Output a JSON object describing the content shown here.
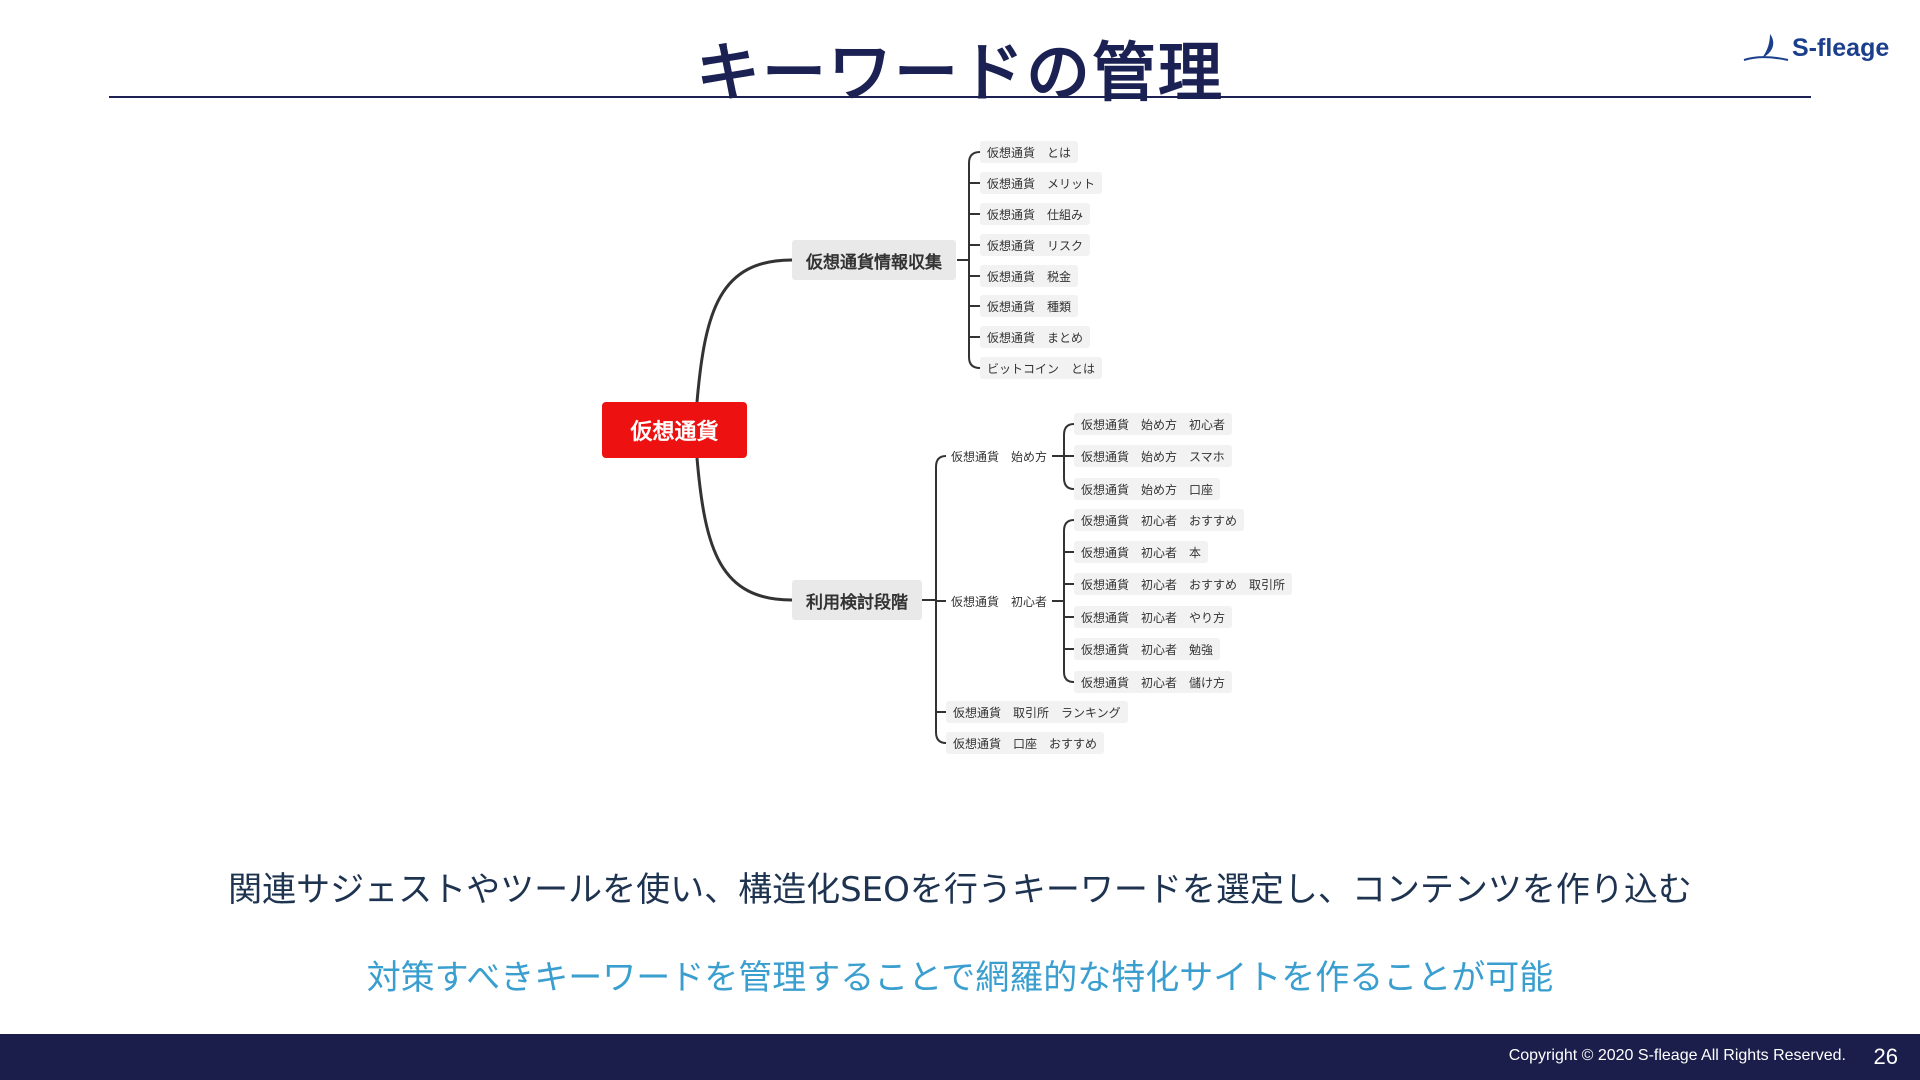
{
  "slide": {
    "title": "キーワードの管理",
    "logo_text": "S-fleage",
    "caption": "関連サジェストやツールを使い、構造化SEOを行うキーワードを選定し、コンテンツを作り込む",
    "highlight": "対策すべきキーワードを管理することで網羅的な特化サイトを作ることが可能",
    "copyright": "Copyright © 2020 S-fleage All Rights Reserved.",
    "page_number": "26"
  },
  "colors": {
    "title": "#1b2152",
    "root_node": "#ee1111",
    "highlight_text": "#3a9fcf",
    "footer": "#1b1d4b",
    "logo": "#1c3f8c"
  },
  "mindmap": {
    "root": "仮想通貨",
    "branch_info": {
      "label": "仮想通貨情報収集",
      "leaves": [
        "仮想通貨　とは",
        "仮想通貨　メリット",
        "仮想通貨　仕組み",
        "仮想通貨　リスク",
        "仮想通貨　税金",
        "仮想通貨　種類",
        "仮想通貨　まとめ",
        "ビットコイン　とは"
      ]
    },
    "branch_consider": {
      "label": "利用検討段階",
      "start": {
        "label": "仮想通貨　始め方",
        "leaves": [
          "仮想通貨　始め方　初心者",
          "仮想通貨　始め方　スマホ",
          "仮想通貨　始め方　口座"
        ]
      },
      "beginner": {
        "label": "仮想通貨　初心者",
        "leaves": [
          "仮想通貨　初心者　おすすめ",
          "仮想通貨　初心者　本",
          "仮想通貨　初心者　おすすめ　取引所",
          "仮想通貨　初心者　やり方",
          "仮想通貨　初心者　勉強",
          "仮想通貨　初心者　儲け方"
        ]
      },
      "ranking": "仮想通貨　取引所　ランキング",
      "account": "仮想通貨　口座　おすすめ"
    }
  }
}
